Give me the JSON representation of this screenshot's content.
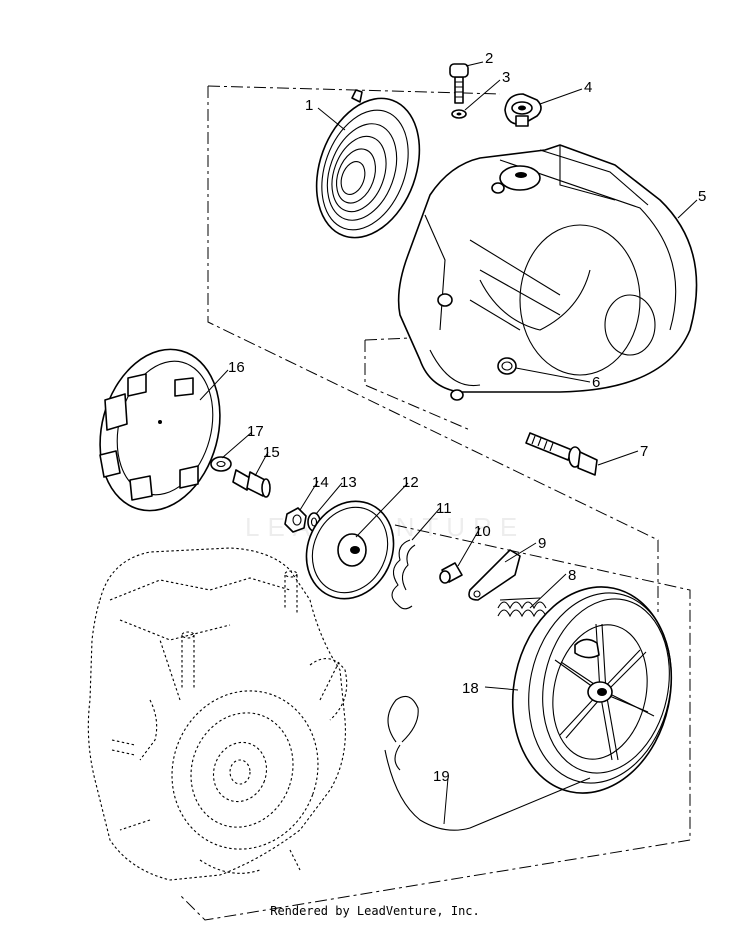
{
  "diagram": {
    "callouts": [
      "1",
      "2",
      "3",
      "4",
      "5",
      "6",
      "7",
      "8",
      "9",
      "10",
      "11",
      "12",
      "13",
      "14",
      "15",
      "16",
      "17",
      "18",
      "19"
    ]
  },
  "footer": {
    "credit": "Rendered by LeadVenture, Inc."
  },
  "watermark": {
    "text": "LEADVENTURE"
  }
}
